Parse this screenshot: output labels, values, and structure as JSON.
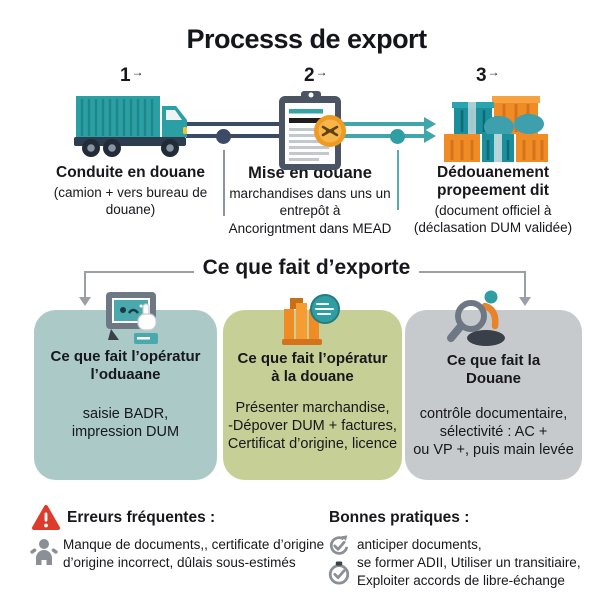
{
  "title": "Processs de export",
  "steps": [
    {
      "number": "1",
      "arrow": "→",
      "icon": "container-truck-icon",
      "title_lines": [
        "Conduite en douane"
      ],
      "desc_lines": [
        "(camion + vers bureau de douane)"
      ]
    },
    {
      "number": "2",
      "arrow": "→",
      "icon": "clipboard-stamp-icon",
      "title_lines": [
        "Mise en douane"
      ],
      "desc_lines": [
        "marchandises dans uns un",
        "entrepôt à",
        "Ancorigntment dans MEAD"
      ]
    },
    {
      "number": "3",
      "arrow": "→",
      "icon": "stacked-crates-icon",
      "title_lines": [
        "Dédouanement",
        "propeement dit"
      ],
      "desc_lines": [
        "(document officiel à",
        "(déclasation DUM validée)"
      ]
    }
  ],
  "actors_section": {
    "heading": "Ce que fait d’exporte",
    "cards": [
      {
        "icon": "computer-data-entry-icon",
        "bg": "#aac9c7",
        "title_lines": [
          "Ce que fait l’opératur",
          "l’oduaane"
        ],
        "body_lines": [
          "saisie BADR,",
          "impression DUM"
        ]
      },
      {
        "icon": "goods-globe-icon",
        "bg": "#c6cf96",
        "title_lines": [
          "Ce que fait l’opératur",
          "à la douane"
        ],
        "body_lines": [
          "Présenter marchandise,",
          "-Dépover DUM + factures,",
          "Certificat d’origine, licence"
        ]
      },
      {
        "icon": "customs-inspector-icon",
        "bg": "#c7cacc",
        "title_lines": [
          "Ce que fait la",
          "Douane"
        ],
        "body_lines": [
          "contrôle documentaire,",
          "sélectivité : AC +",
          "ou VP +, puis main levée"
        ]
      }
    ]
  },
  "footer": {
    "errors": {
      "heading": "Erreurs fréquentes :",
      "heading_icon": "warning-triangle-icon",
      "bullet_icon": "frustrated-person-icon",
      "lines": [
        "Manque de documents,, certificate d’origine",
        "d’origine incorrect, dûlais sous-estimés"
      ]
    },
    "practices": {
      "heading": "Bonnes pratiques :",
      "bullet_icons": [
        "sync-check-icon",
        "check-circle-icon"
      ],
      "lines": [
        "anticiper documents,",
        "se former ADII, Utiliser un transitiaire,",
        "Exploiter accords de libre-échange"
      ]
    }
  },
  "colors": {
    "teal": "#2f9ea3",
    "navy": "#3b4a66",
    "orange": "#ef8c26",
    "red": "#dd3b2b",
    "gray_icon": "#8a9096",
    "connector_gray": "#9aa0a6",
    "card1_bg": "#aac9c7",
    "card2_bg": "#c6cf96",
    "card3_bg": "#c7cacc"
  }
}
